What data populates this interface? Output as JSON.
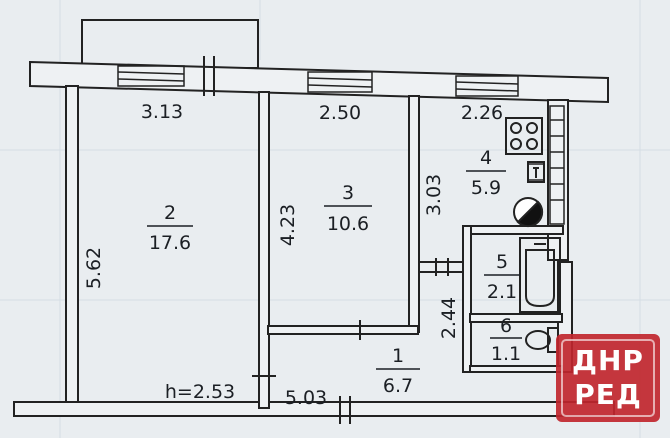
{
  "plan": {
    "rooms": [
      {
        "number": "2",
        "area": "17.6"
      },
      {
        "number": "3",
        "area": "10.6"
      },
      {
        "number": "4",
        "area": "5.9"
      },
      {
        "number": "5",
        "area": "2.1"
      },
      {
        "number": "6",
        "area": "1.1"
      },
      {
        "number": "1",
        "area": "6.7"
      }
    ],
    "dimensions": {
      "top_left": "3.13",
      "top_mid": "2.50",
      "top_right": "2.26",
      "left_height": "5.62",
      "room3_height": "4.23",
      "room4_height": "3.03",
      "bath_height": "2.44",
      "bottom_width": "5.03",
      "ceiling": "h=2.53"
    }
  },
  "watermark": {
    "line1": "ДНР",
    "line2": "РЕД",
    "color": "#c0262e"
  }
}
